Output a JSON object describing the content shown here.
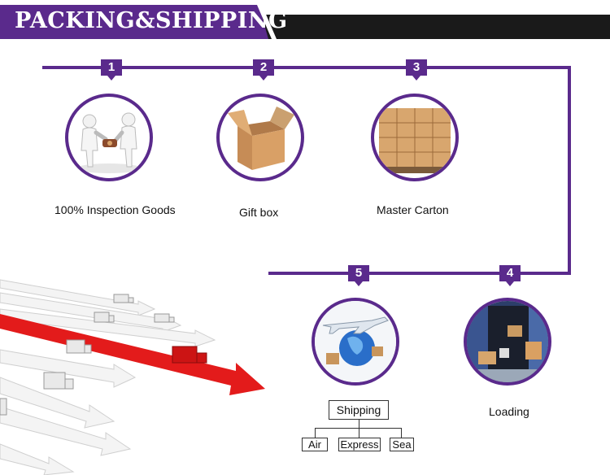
{
  "banner": {
    "title": "PACKING&SHIPPING"
  },
  "steps": [
    {
      "number": "1",
      "label": "100% Inspection Goods",
      "icon": "inspection-people-icon"
    },
    {
      "number": "2",
      "label": "Gift box",
      "icon": "gift-box-icon"
    },
    {
      "number": "3",
      "label": "Master Carton",
      "icon": "master-carton-pallet-icon"
    },
    {
      "number": "4",
      "label": "Loading",
      "icon": "container-loading-icon"
    },
    {
      "number": "5",
      "label": "Shipping",
      "icon": "shipping-plane-globe-icon"
    }
  ],
  "shipping_options": [
    "Air",
    "Express",
    "Sea"
  ],
  "colors": {
    "accent": "#5a2a8c",
    "banner_dark": "#1a1a1a",
    "arrow_red": "#e31b1b"
  }
}
